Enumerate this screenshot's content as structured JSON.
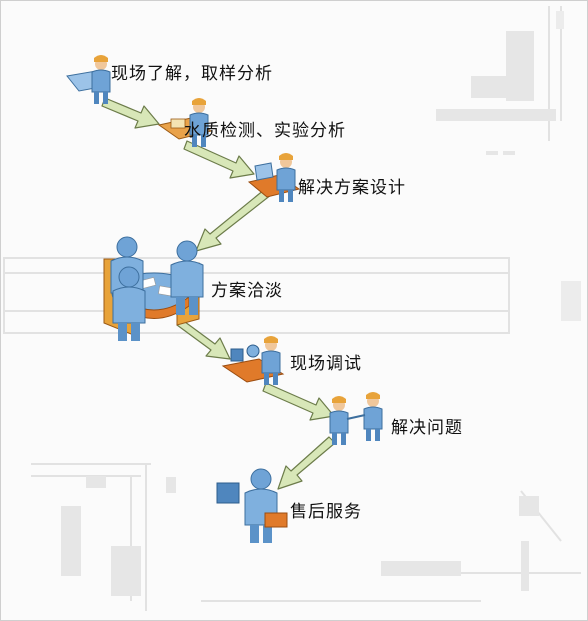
{
  "steps": [
    {
      "label": "现场了解，取样分析",
      "icon": "surveyor-with-clipboard-icon"
    },
    {
      "label": "水质检测、实验分析",
      "icon": "lab-technician-icon"
    },
    {
      "label": "解决方案设计",
      "icon": "designer-at-laptop-icon"
    },
    {
      "label": "方案洽淡",
      "icon": "meeting-table-icon"
    },
    {
      "label": "现场调试",
      "icon": "technician-at-workbench-icon"
    },
    {
      "label": "解决问题",
      "icon": "handshake-icon"
    },
    {
      "label": "售后服务",
      "icon": "service-person-with-case-icon"
    }
  ],
  "colors": {
    "arrow_fill": "#d8e7b8",
    "arrow_stroke": "#6c7c4a",
    "person_blue": "#6fa3d6",
    "desk_orange": "#e07a2a",
    "background_lines": "#e4e4e4"
  }
}
